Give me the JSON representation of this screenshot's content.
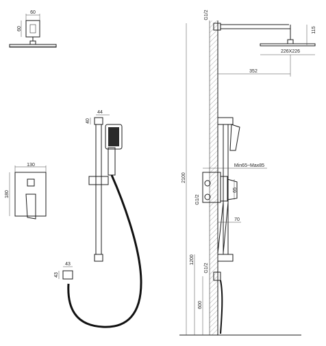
{
  "dimensions": {
    "head_arm_height": "60",
    "head_arm_width": "60",
    "handset_width": "44",
    "handset_offset": "40",
    "valve_width": "130",
    "valve_height": "180",
    "hose_outlet_width": "43",
    "hose_outlet_height": "43",
    "top_thread": "G1/2",
    "head_drop": "115",
    "head_size": "226X226",
    "arm_reach": "352",
    "embed_depth": "Min65~Max85",
    "valve_outlet_dim": "65",
    "valve_thread": "G1/2",
    "valve_offset": "70",
    "total_height": "2100",
    "bottom_thread": "G1/2",
    "mid_height": "1200",
    "bottom_height": "600"
  }
}
